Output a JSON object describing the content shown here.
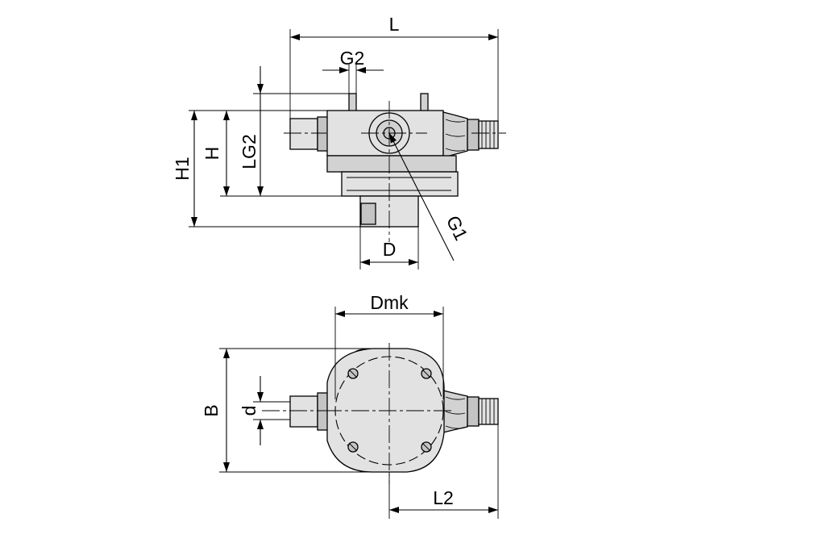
{
  "labels": {
    "L": "L",
    "G2": "G2",
    "H1": "H1",
    "H": "H",
    "LG2": "LG2",
    "G1": "G1",
    "D": "D",
    "Dmk": "Dmk",
    "B": "B",
    "d": "d",
    "L2": "L2"
  },
  "colors": {
    "line": "#000000",
    "body_light": "#e2e2e2",
    "body_mid": "#d2d2d2",
    "body_dark": "#c4c4c4"
  }
}
